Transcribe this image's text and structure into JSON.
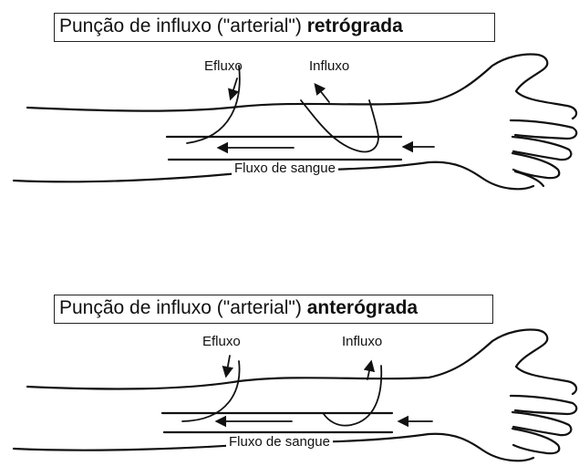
{
  "panels": [
    {
      "title_prefix": "Punção de influxo (\"arterial\") ",
      "title_bold": "retrógrada",
      "efflux_label": "Efluxo",
      "influx_label": "Influxo",
      "flow_label": "Fluxo de sangue"
    },
    {
      "title_prefix": "Punção de influxo (\"arterial\") ",
      "title_bold": "anterógrada",
      "efflux_label": "Efluxo",
      "influx_label": "Influxo",
      "flow_label": "Fluxo de sangue"
    }
  ]
}
